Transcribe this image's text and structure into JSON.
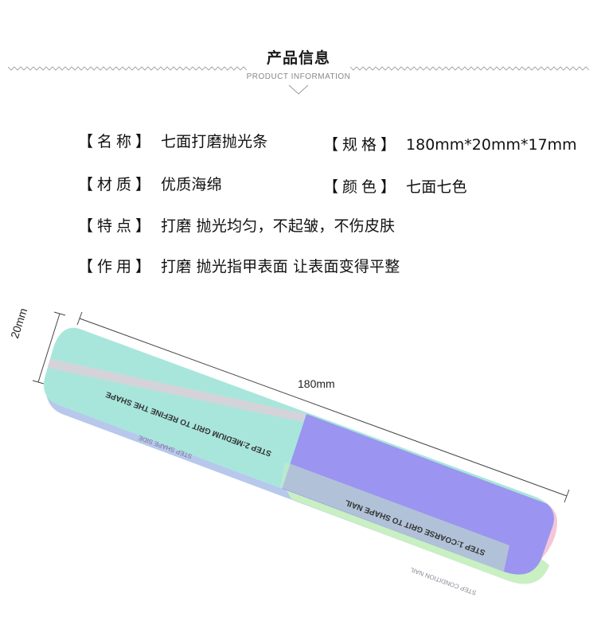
{
  "header": {
    "title_cn": "产品信息",
    "title_en": "PRODUCT INFORMATION"
  },
  "specs": {
    "name": {
      "label": "【名称】",
      "value": "七面打磨抛光条"
    },
    "size": {
      "label": "【规格】",
      "value": "180mm*20mm*17mm"
    },
    "material": {
      "label": "【材质】",
      "value": "优质海绵"
    },
    "color": {
      "label": "【颜色】",
      "value": "七面七色"
    },
    "feature": {
      "label": "【特点】",
      "value": "打磨 抛光均匀，不起皱，不伤皮肤"
    },
    "usage": {
      "label": "【作用】",
      "value": "打磨 抛光指甲表面 让表面变得平整"
    }
  },
  "product": {
    "dim_width": "20mm",
    "dim_length": "180mm",
    "step2_text": "STEP 2:MEDIUM GRIT TO REFINE THE SHAPE",
    "step1_text": "STEP 1:COARSE GRIT TO SHAPE NAIL",
    "side_text_left": "STEP SHAPE SIDE",
    "side_text_right": "STEP CONDITION NAIL",
    "colors": {
      "mint": "#a8e6dc",
      "purple": "#9b94f0",
      "lightgreen": "#c8f0c0",
      "blue": "#b8c8ec",
      "pink": "#f4c6d8"
    }
  }
}
